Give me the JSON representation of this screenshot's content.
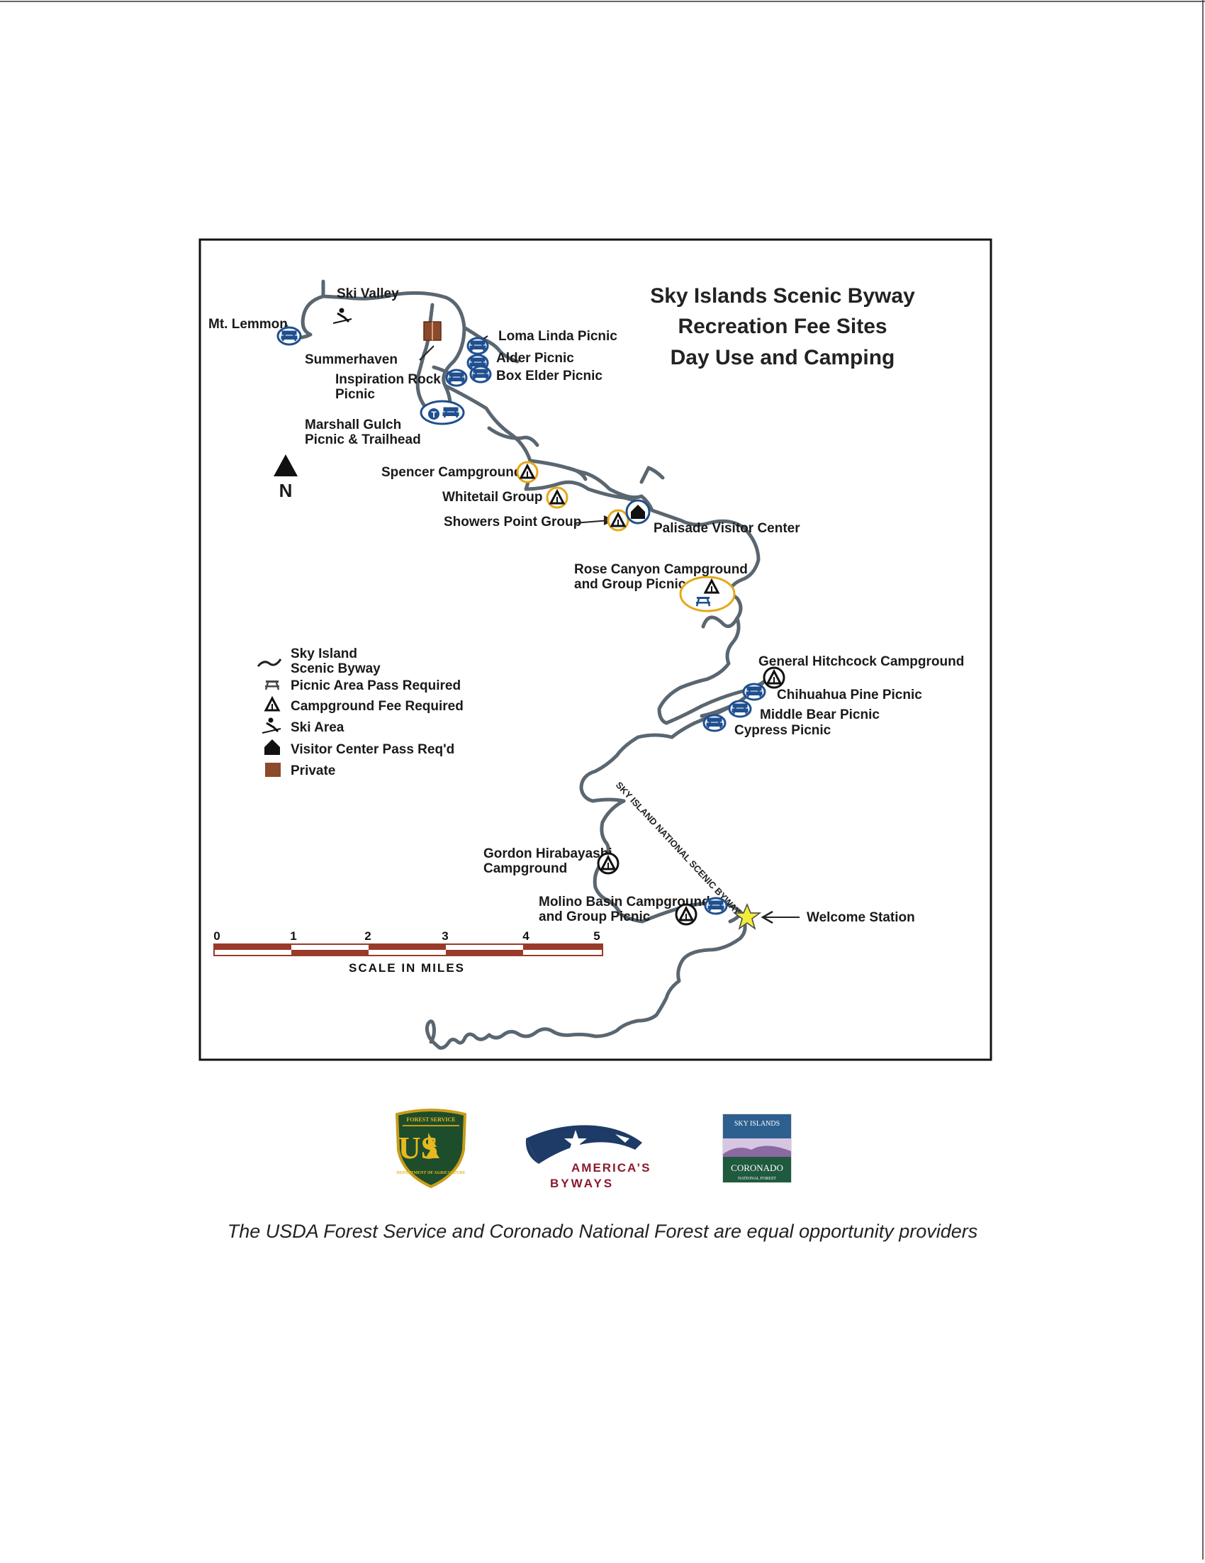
{
  "map": {
    "title_lines": [
      "Sky Islands Scenic Byway",
      "Recreation Fee Sites",
      "Day Use and Camping"
    ],
    "north_label": "N",
    "labels": {
      "ski_valley": "Ski Valley",
      "mt_lemmon": "Mt. Lemmon",
      "summerhaven": "Summerhaven",
      "inspiration_rock_1": "Inspiration Rock",
      "inspiration_rock_2": "Picnic",
      "loma_linda": "Loma Linda Picnic",
      "alder": "Alder Picnic",
      "box_elder": "Box Elder Picnic",
      "marshall_gulch_1": "Marshall Gulch",
      "marshall_gulch_2": "Picnic & Trailhead",
      "spencer": "Spencer Campground",
      "whitetail": "Whitetail Group",
      "showers_point": "Showers Point Group",
      "palisade": "Palisade Visitor Center",
      "rose_canyon_1": "Rose Canyon Campground",
      "rose_canyon_2": "and Group Picnic",
      "general_hitchcock": "General Hitchcock Campground",
      "chihuahua_pine": "Chihuahua Pine Picnic",
      "middle_bear": "Middle Bear Picnic",
      "cypress": "Cypress Picnic",
      "gordon_1": "Gordon Hirabayashi",
      "gordon_2": "Campground",
      "molino_1": "Molino Basin Campground",
      "molino_2": "and Group Picnic",
      "welcome_station": "Welcome Station",
      "byway_road_label": "SKY ISLAND NATIONAL SCENIC BYWAY"
    },
    "legend": {
      "byway_1": "Sky Island",
      "byway_2": "Scenic Byway",
      "picnic": "Picnic Area Pass Required",
      "campground": "Campground Fee Required",
      "ski": "Ski Area",
      "visitor": "Visitor Center Pass Req'd",
      "private": "Private"
    },
    "scale": {
      "ticks": [
        "0",
        "1",
        "2",
        "3",
        "4",
        "5"
      ],
      "label": "SCALE IN MILES"
    },
    "colors": {
      "road": "#5a6670",
      "picnic_ring": "#1f4f8f",
      "camp_ring": "#e6a817",
      "private": "#8b4a2b",
      "star": "#f2ec3a",
      "scale_red": "#9a3a2a"
    }
  },
  "logos": {
    "forest_service": {
      "letters": "US",
      "top": "FOREST SERVICE",
      "bottom": "DEPARTMENT OF AGRICULTURE"
    },
    "byways": {
      "line1": "AMERICA’S",
      "line2": "BYWAYS"
    },
    "coronado": {
      "top": "SKY ISLANDS",
      "name": "CORONADO",
      "sub": "NATIONAL FOREST"
    }
  },
  "footer": "The USDA Forest Service and Coronado National Forest are equal opportunity providers"
}
